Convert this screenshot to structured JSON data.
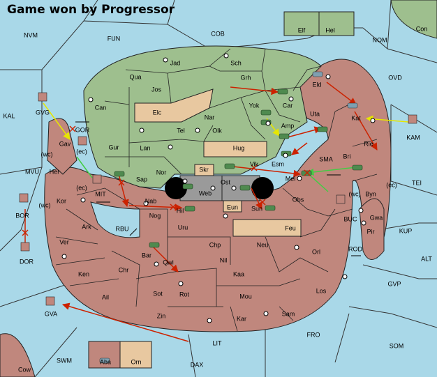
{
  "title": "Game won by Progressor",
  "colors": {
    "sea": "#a9d8e8",
    "green_power": "#9ebf8e",
    "red_power": "#c0877d",
    "neutral": "#e8c8a0",
    "grey_center": "#9a9a9a",
    "unit": "#4f8a4f",
    "supply_dot": "#ffffff",
    "arrow_red": "#cc2200",
    "arrow_yellow": "#e6e600",
    "arrow_green": "#44cc44"
  },
  "labels": {
    "fun": "FUN",
    "cob": "COB",
    "nom": "NOM",
    "nvm": "NVM",
    "con": "Con",
    "elf": "Elf",
    "hel": "Hel",
    "ovd": "OVD",
    "kal": "KAL",
    "kam": "KAM",
    "tei": "TEI",
    "kup": "KUP",
    "alt": "ALT",
    "gvp": "GVP",
    "som": "SOM",
    "fro": "FRO",
    "lit": "LIT",
    "dax": "DAX",
    "swm": "SWM",
    "cow": "Cow",
    "gva": "GVA",
    "dor": "DOR",
    "bor": "BOR",
    "mvu": "MVU",
    "mit": "MIT",
    "rbu": "RBU",
    "gor": "GOR",
    "gvg": "GVG",
    "sma": "SMA",
    "buc": "BUC",
    "rod": "ROD",
    "aba": "Aba",
    "orn": "Orn",
    "jad": "Jad",
    "sch": "Sch",
    "qua": "Qua",
    "grh": "Grh",
    "jos": "Jos",
    "can": "Can",
    "car": "Car",
    "yok": "Yok",
    "elc": "Elc",
    "nar": "Nar",
    "tel": "Tel",
    "olk": "Olk",
    "gur": "Gur",
    "lan": "Lan",
    "hug": "Hug",
    "amp": "Amp",
    "esm": "Esm",
    "nor": "Nor",
    "sap": "Sap",
    "skr": "Skr",
    "ost": "Ost",
    "web": "Web",
    "eun": "Eun",
    "vik": "Vik",
    "mel": "Mel",
    "eld": "Eld",
    "uta": "Uta",
    "kat": "Kat",
    "rie": "Rie",
    "bri": "Bri",
    "byn": "Byn",
    "gwa": "Gwa",
    "pir": "Pir",
    "gav": "Gav",
    "her": "Her",
    "kor": "Kor",
    "ark": "Ark",
    "ver": "Ver",
    "ken": "Ken",
    "ail": "Ail",
    "chr": "Chr",
    "nab": "Nab",
    "nog": "Nog",
    "hil": "Hil",
    "uru": "Uru",
    "feu": "Feu",
    "sun": "Sun",
    "obs": "Obs",
    "chp": "Chp",
    "neu": "Neu",
    "orl": "Orl",
    "bar": "Bar",
    "qwi": "Qwi",
    "nil": "Nil",
    "kaa": "Kaa",
    "sot": "Sot",
    "rot": "Rot",
    "mou": "Mou",
    "los": "Los",
    "zin": "Zin",
    "kar": "Kar",
    "sam": "Sam",
    "wc1": "(wc)",
    "wc2": "(wc)",
    "wc3": "(wc)",
    "ec1": "(ec)",
    "ec2": "(ec)",
    "ec3": "(ec)"
  }
}
